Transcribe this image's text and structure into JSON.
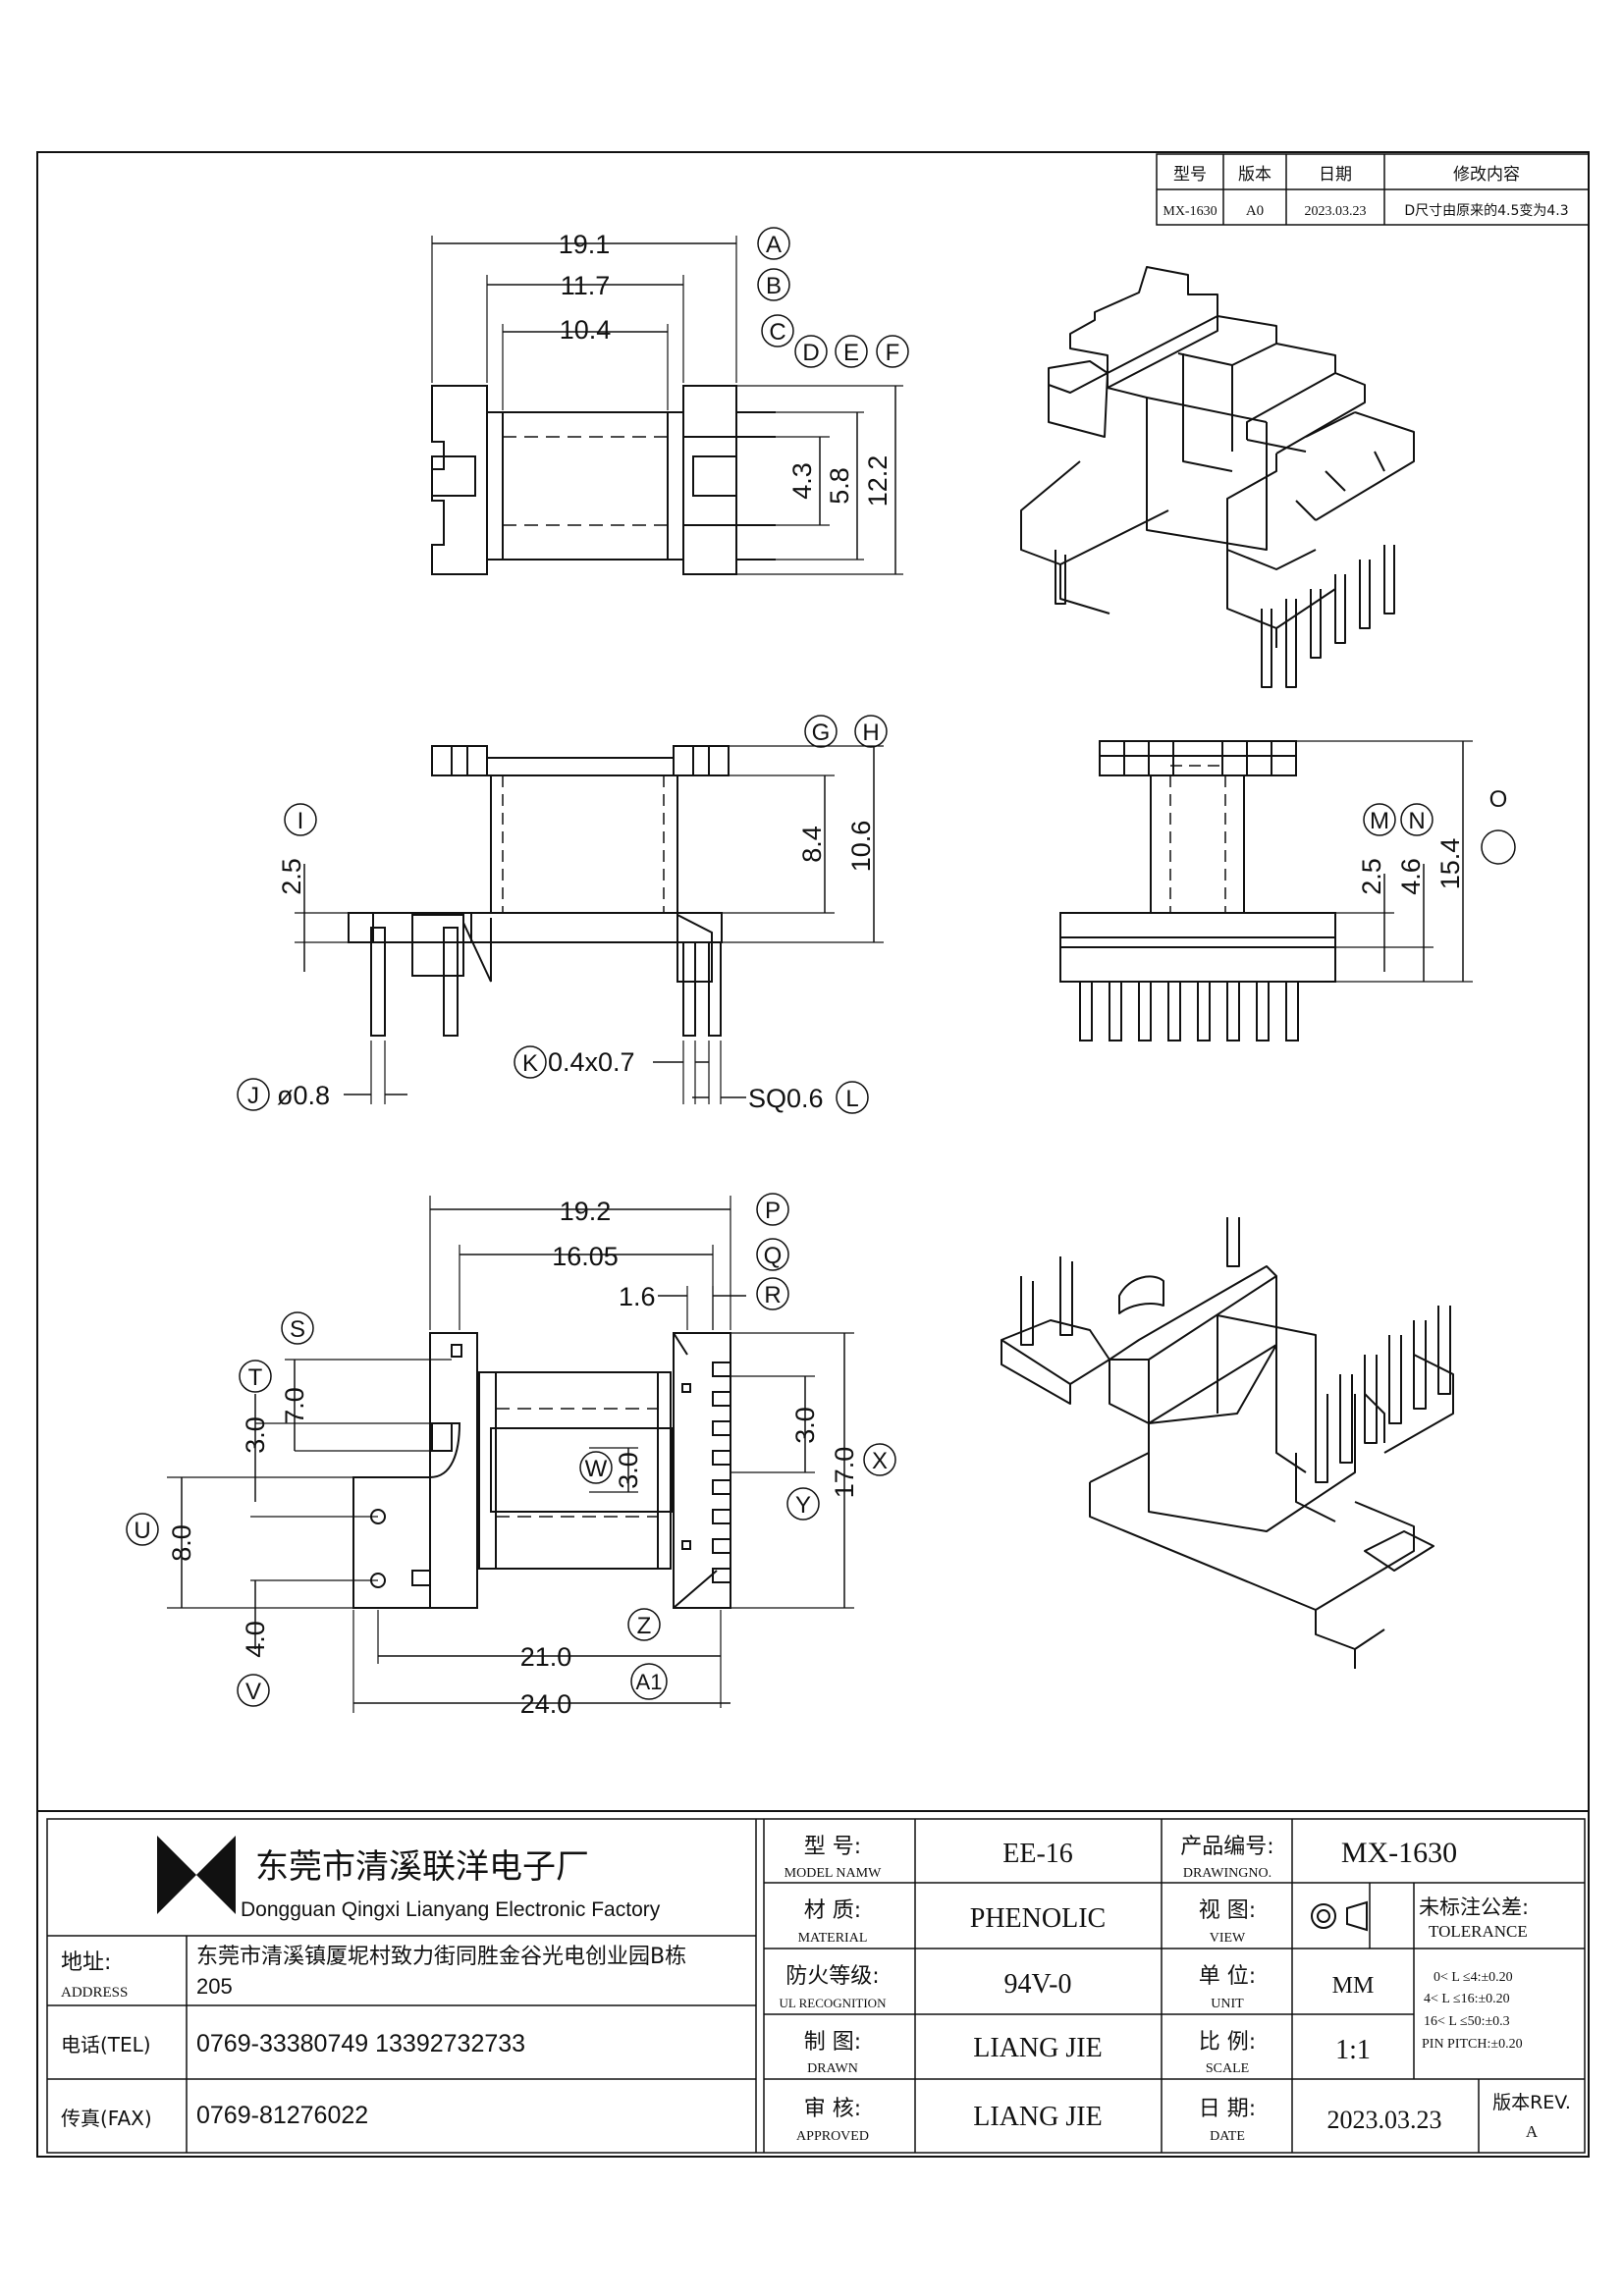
{
  "revision_table": {
    "headers": [
      "型号",
      "版本",
      "日期",
      "修改内容"
    ],
    "row": [
      "MX-1630",
      "A0",
      "2023.03.23",
      "D尺寸由原来的4.5变为4.3"
    ]
  },
  "top_view": {
    "dims": {
      "A": "19.1",
      "B": "11.7",
      "C": "10.4",
      "h1": "4.3",
      "h2": "5.8",
      "h3": "12.2"
    },
    "labels": [
      "A",
      "B",
      "C",
      "D",
      "E",
      "F"
    ]
  },
  "front_view": {
    "dims": {
      "I": "2.5",
      "h84": "8.4",
      "h106": "10.6",
      "J": "ø0.8",
      "K": "0.4x0.7",
      "L": "SQ0.6"
    },
    "labels": [
      "G",
      "H",
      "I",
      "J",
      "K",
      "L"
    ]
  },
  "side_view": {
    "dims": {
      "M": "2.5",
      "N": "4.6",
      "h154": "15.4"
    },
    "labels": [
      "M",
      "N",
      "O"
    ]
  },
  "bottom_view": {
    "dims": {
      "P": "19.2",
      "Q": "16.05",
      "R": "1.6",
      "S": "7.0",
      "T": "3.0",
      "U": "8.0",
      "V": "4.0",
      "W": "3.0",
      "Y": "3.0",
      "X": "17.0",
      "Z": "21.0",
      "AA": "24.0"
    },
    "labels": [
      "P",
      "Q",
      "R",
      "S",
      "T",
      "U",
      "V",
      "W",
      "X",
      "Y",
      "Z",
      "A1"
    ]
  },
  "title_block": {
    "company_cn": "东莞市清溪联洋电子厂",
    "company_en": "Dongguan Qingxi Lianyang Electronic Factory",
    "address_label_cn": "地址:",
    "address_label_en": "ADDRESS",
    "address": "东莞市清溪镇厦坭村致力街同胜金谷光电创业园B栋",
    "address2": "205",
    "tel_label": "电话(TEL)",
    "tel": "0769-33380749   13392732733",
    "fax_label": "传真(FAX)",
    "fax": "0769-81276022",
    "model_label_cn": "型  号:",
    "model_label_en": "MODEL NAMW",
    "model": "EE-16",
    "material_label_cn": "材  质:",
    "material_label_en": "MATERIAL",
    "material": "PHENOLIC",
    "ul_label_cn": "防火等级:",
    "ul_label_en": "UL RECOGNITION",
    "ul": "94V-0",
    "drawn_label_cn": "制  图:",
    "drawn_label_en": "DRAWN",
    "drawn": "LIANG JIE",
    "approved_label_cn": "审  核:",
    "approved_label_en": "APPROVED",
    "approved": "LIANG JIE",
    "drawingno_label_cn": "产品编号:",
    "drawingno_label_en": "DRAWINGNO.",
    "drawingno": "MX-1630",
    "view_label_cn": "视  图:",
    "view_label_en": "VIEW",
    "unit_label_cn": "单  位:",
    "unit_label_en": "UNIT",
    "unit": "MM",
    "scale_label_cn": "比  例:",
    "scale_label_en": "SCALE",
    "scale": "1:1",
    "date_label_cn": "日  期:",
    "date_label_en": "DATE",
    "date": "2023.03.23",
    "tolerance_cn": "未标注公差:",
    "tolerance_en": "TOLERANCE",
    "tol1": "0< L ≤4:±0.20",
    "tol2": "4< L ≤16:±0.20",
    "tol3": "16< L ≤50:±0.3",
    "tol4": "PIN PITCH:±0.20",
    "rev_label": "版本REV.",
    "rev": "A"
  }
}
